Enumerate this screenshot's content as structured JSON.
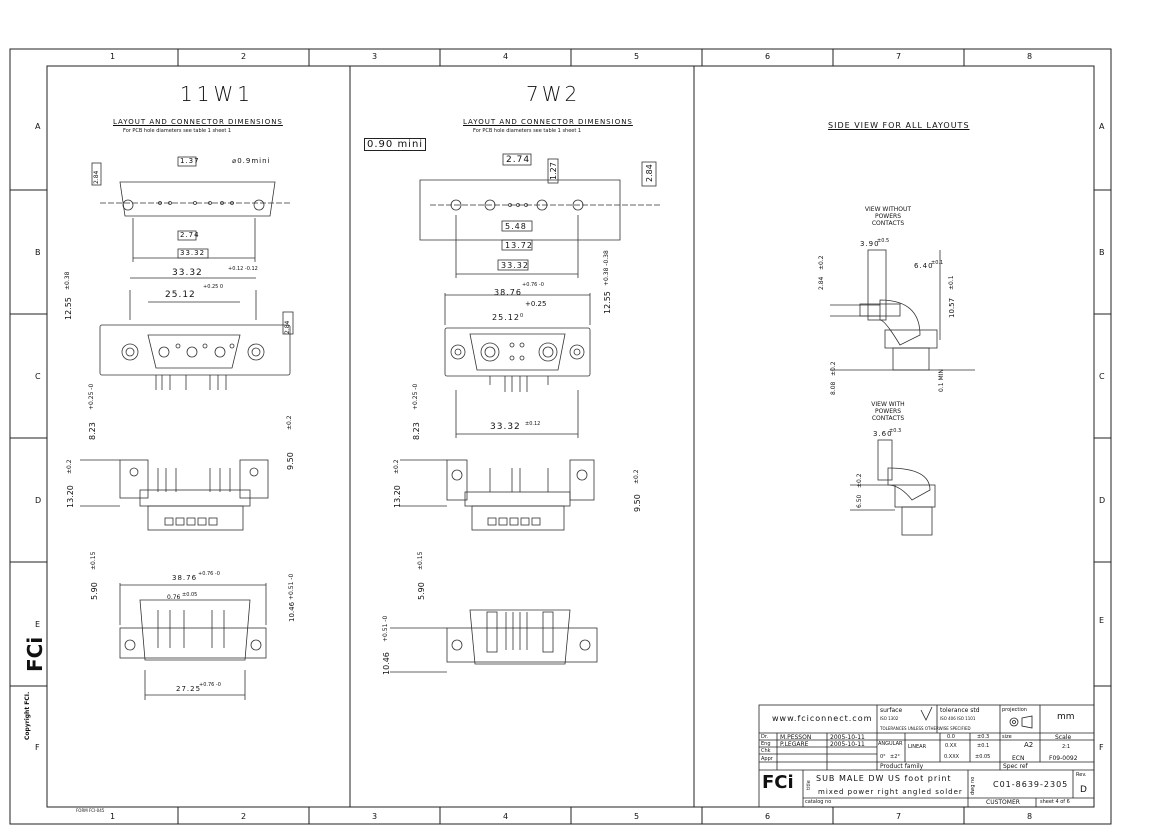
{
  "grid": {
    "cols": [
      "1",
      "2",
      "3",
      "4",
      "5",
      "6",
      "7",
      "8"
    ],
    "rows": [
      "A",
      "B",
      "C",
      "D",
      "E",
      "F"
    ]
  },
  "panels": {
    "left": {
      "title": "11W1",
      "subtitle": "LAYOUT AND CONNECTOR DIMENSIONS",
      "note": "For PCB hole diameters see table 1 sheet 1",
      "dims": {
        "d1": "1.37",
        "d2": "⌀0.9mini",
        "d3": "2.84",
        "d4": "2.74",
        "d5": "33.32",
        "d6": "33.32",
        "d6_tol": "+0.12 -0.12",
        "d7": "25.12",
        "d7_tol": "+0.25 0",
        "d8": "12.55",
        "d8_tol": "±0.38",
        "d9": "2.84",
        "d10": "8.23",
        "d10_tol": "+0.25 -0",
        "d11": "9.50",
        "d11_tol": "±0.2",
        "d12": "13.20",
        "d12_tol": "±0.2",
        "d13": "5.90",
        "d13_tol": "±0.15",
        "d14": "38.76",
        "d14_tol": "+0.76 -0",
        "d15": "0.76",
        "d15_tol": "±0.05",
        "d16": "10.46",
        "d16_tol": "+0.51 -0",
        "d17": "27.25",
        "d17_tol": "+0.76 -0"
      }
    },
    "middle": {
      "title": "7W2",
      "subtitle": "LAYOUT AND CONNECTOR DIMENSIONS",
      "note": "For PCB hole diameters see table 1 sheet 1",
      "dims": {
        "d1": "0.90 mini",
        "d2": "2.74",
        "d3": "1.27",
        "d4": "2.84",
        "d5": "5.48",
        "d6": "13.72",
        "d7": "33.32",
        "d8": "38.76",
        "d8_tol": "+0.76 -0",
        "d8b_tol": "+0.25",
        "d9": "25.12",
        "d9_tol": "0",
        "d10": "12.55",
        "d10_tol": "+0.38 -0.38",
        "d11": "8.23",
        "d11_tol": "+0.25 -0",
        "d12": "33.32",
        "d12_tol": "±0.12",
        "d13": "13.20",
        "d13_tol": "±0.2",
        "d14": "9.50",
        "d14_tol": "±0.2",
        "d15": "5.90",
        "d15_tol": "±0.15",
        "d16": "10.46",
        "d16_tol": "+0.51 -0"
      }
    },
    "right": {
      "title": "SIDE VIEW FOR ALL LAYOUTS",
      "view1": "VIEW WITHOUT POWERS CONTACTS",
      "view2": "VIEW WITH POWERS CONTACTS",
      "dims": {
        "d1": "3.90",
        "d1_tol": "±0.5",
        "d2": "6.40",
        "d2_tol": "±0.1",
        "d3": "2.84",
        "d3_tol": "±0.2",
        "d4": "10.57",
        "d4_tol": "±0.1",
        "d5": "8.08",
        "d5_tol": "±0.2",
        "d6": "0.1 MIN",
        "d7": "3.60",
        "d7_tol": "±0.3",
        "d8": "6.50",
        "d8_tol": "±0.2"
      }
    }
  },
  "title_block": {
    "website": "www.fciconnect.com",
    "surface": "surface",
    "surface_std": "ISO 1302",
    "tolerance": "tolerance std",
    "tol_std": "ISO 406   ISO 1101",
    "projection": "projection",
    "units": "mm",
    "tol_note": "TOLERANCES UNLESS OTHERWISE SPECIFIED",
    "dr_label": "Dr.",
    "dr_name": "M.PESSON",
    "dr_date": "2005-10-11",
    "eng_label": "Eng",
    "eng_name": "P.LEGARE",
    "eng_date": "2005-10-11",
    "chk_label": "Chk",
    "appr_label": "Appr",
    "angular": "ANGULAR",
    "linear": "LINEAR",
    "tol_rows": [
      [
        "0.0",
        "±0.3"
      ],
      [
        "0.XX",
        "±0.1"
      ],
      [
        "0.XXX",
        "±0.05"
      ]
    ],
    "ang_tol": [
      "0°",
      "±2°"
    ],
    "size_label": "size",
    "size": "A2",
    "scale_label": "Scale",
    "scale": "2:1",
    "ecn_label": "ECN",
    "ecn": "F09-0092",
    "spec_ref": "Spec ref",
    "product_family": "Product family",
    "title_label": "title",
    "title_line1": "SUB MALE DW US foot print",
    "title_line2": "mixed power right angled solder",
    "catalog_label": "catalog no",
    "dwg_label": "dwg no",
    "dwg_no": "C01-8639-2305",
    "rev_label": "Rev.",
    "rev": "D",
    "customer": "CUSTOMER",
    "sheet": "sheet 4 of 6",
    "logo": "FCi"
  },
  "side": {
    "logo": "FCi",
    "copyright": "Copyright FCI."
  },
  "footer_code": "FORM FCI-045"
}
